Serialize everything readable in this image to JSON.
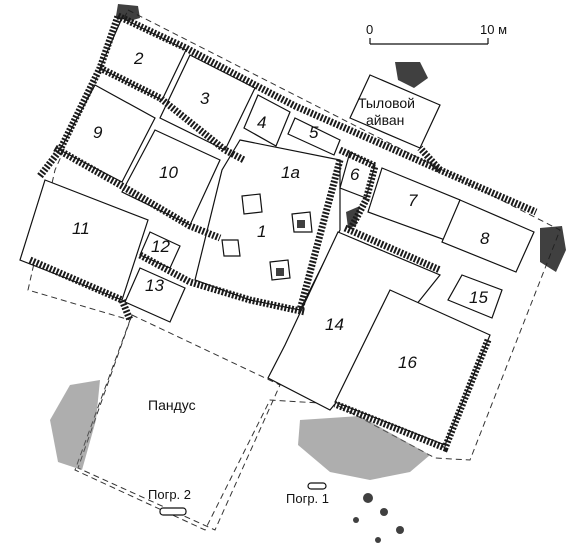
{
  "scale": {
    "zero": "0",
    "max": "10 м"
  },
  "rooms": {
    "r1": "1",
    "r1a": "1а",
    "r2": "2",
    "r3": "3",
    "r4": "4",
    "r5": "5",
    "r6": "6",
    "r7": "7",
    "r8": "8",
    "r9": "9",
    "r10": "10",
    "r11": "11",
    "r12": "12",
    "r13": "13",
    "r14": "14",
    "r15": "15",
    "r16": "16"
  },
  "labels": {
    "aivan_line1": "Тыловой",
    "aivan_line2": "айван",
    "ramp": "Пандус",
    "burial1": "Погр. 1",
    "burial2": "Погр. 2"
  }
}
